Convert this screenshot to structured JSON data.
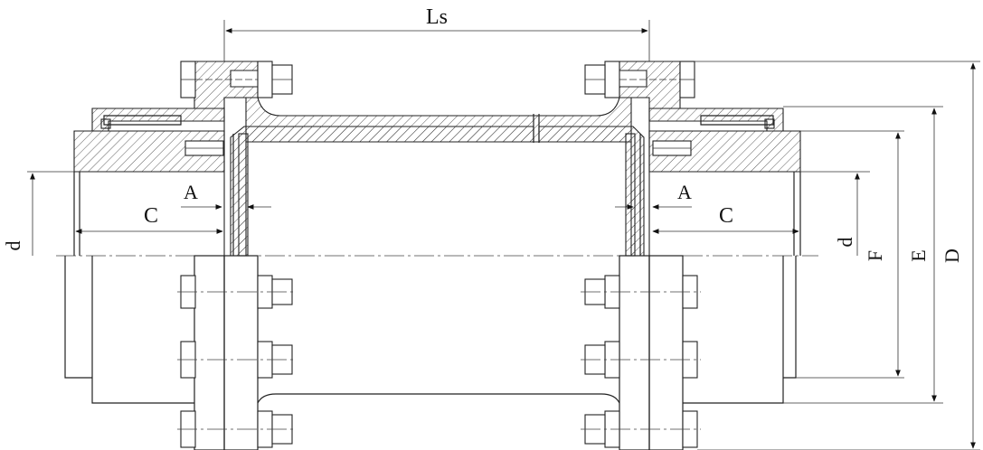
{
  "labels": {
    "ls": "Ls",
    "c_left": "C",
    "a_left": "A",
    "d_left": "d",
    "a_right": "A",
    "c_right": "C",
    "d_right": "d",
    "f": "F",
    "e": "E",
    "dia_d": "D"
  },
  "colors": {
    "line": "#222222",
    "background": "#ffffff"
  }
}
